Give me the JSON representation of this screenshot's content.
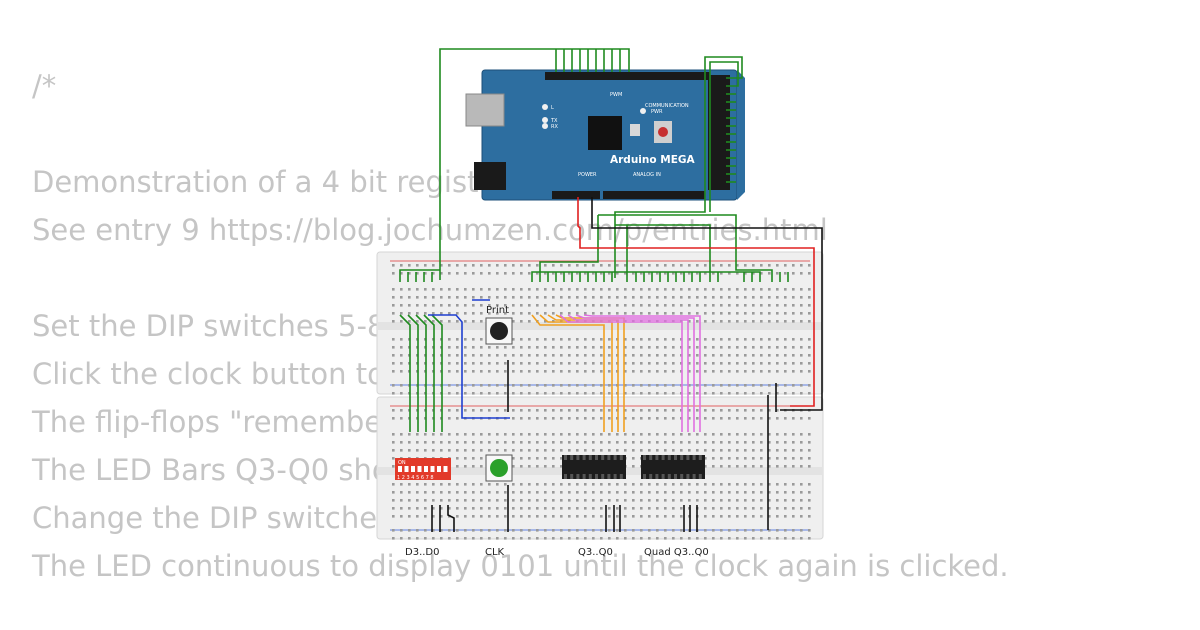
{
  "description_lines": [
    "/*",
    "",
    "Demonstration of a 4 bit register",
    "See entry 9 https://blog.jochumzen.com/p/entries.html",
    "",
    "Set the DIP switches 5-8 to a value, for example 0101.",
    "Click the clock button to store the value.",
    "The flip-flops \"remember\" the value.",
    "The LED Bars Q3-Q0 show the state of the flip-flops.",
    "Change the DIP switches.",
    "The LED continuous to display 0101 until the clock again is clicked."
  ],
  "board": {
    "name": "Arduino MEGA",
    "pwm": "PWM",
    "communication": "COMMUNICATION",
    "power": "POWER",
    "analog_in": "ANALOG IN",
    "pwr_led": "PWR",
    "l_led": "L",
    "tx_led": "TX",
    "rx_led": "RX"
  },
  "buttons": {
    "print": "Print"
  },
  "dip": {
    "on": "ON",
    "numbers": "1 2 3 4 5 6 7 8"
  },
  "labels": {
    "d": "D3..D0",
    "clk": "CLK",
    "q": "Q3..Q0",
    "quad": "Quad Q3..Q0"
  },
  "colors": {
    "board": "#2d6ea0",
    "wire_green": "#1f8a1f",
    "wire_orange": "#f0a020",
    "wire_violet": "#e070e0",
    "wire_red": "#e02020",
    "wire_blue": "#1f3fd0",
    "wire_black": "#111111",
    "breadboard": "#eeeeee",
    "dip": "#e23a2a",
    "clk_button": "#2aa02a"
  }
}
